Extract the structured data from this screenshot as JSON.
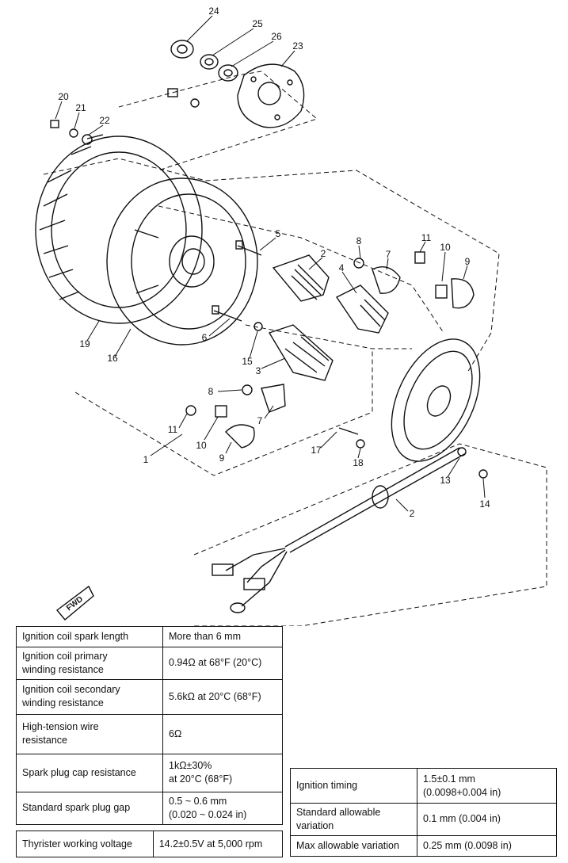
{
  "callouts": [
    {
      "id": "c24",
      "label": "24"
    },
    {
      "id": "c25",
      "label": "25"
    },
    {
      "id": "c26",
      "label": "26"
    },
    {
      "id": "c23",
      "label": "23"
    },
    {
      "id": "c20",
      "label": "20"
    },
    {
      "id": "c21",
      "label": "21"
    },
    {
      "id": "c22",
      "label": "22"
    },
    {
      "id": "c5",
      "label": "5"
    },
    {
      "id": "c2a",
      "label": "2"
    },
    {
      "id": "c8a",
      "label": "8"
    },
    {
      "id": "c7a",
      "label": "7"
    },
    {
      "id": "c11a",
      "label": "11"
    },
    {
      "id": "c10a",
      "label": "10"
    },
    {
      "id": "c9a",
      "label": "9"
    },
    {
      "id": "c4",
      "label": "4"
    },
    {
      "id": "c6",
      "label": "6"
    },
    {
      "id": "c15",
      "label": "15"
    },
    {
      "id": "c3",
      "label": "3"
    },
    {
      "id": "c19",
      "label": "19"
    },
    {
      "id": "c16",
      "label": "16"
    },
    {
      "id": "c8b",
      "label": "8"
    },
    {
      "id": "c7b",
      "label": "7"
    },
    {
      "id": "c11b",
      "label": "11"
    },
    {
      "id": "c10b",
      "label": "10"
    },
    {
      "id": "c9b",
      "label": "9"
    },
    {
      "id": "c1",
      "label": "1"
    },
    {
      "id": "c17",
      "label": "17"
    },
    {
      "id": "c18",
      "label": "18"
    },
    {
      "id": "c13",
      "label": "13"
    },
    {
      "id": "c14",
      "label": "14"
    },
    {
      "id": "c2b",
      "label": "2"
    }
  ],
  "fwd_label": "FWD",
  "spec_table": [
    {
      "item": "Ignition coil spark length",
      "value": "More than 6 mm"
    },
    {
      "item": "Ignition coil primary\nwinding resistance",
      "value": "0.94Ω at 68°F (20°C)"
    },
    {
      "item": "Ignition coil secondary\nwinding resistance",
      "value": "5.6kΩ at 20°C (68°F)"
    },
    {
      "item": "High-tension wire\nresistance",
      "value": "6Ω"
    },
    {
      "item": "Spark plug cap resistance",
      "value": "1kΩ±30%\nat 20°C (68°F)"
    },
    {
      "item": "Standard spark plug gap",
      "value": "0.5 ~ 0.6 mm\n(0.020 ~ 0.024 in)"
    }
  ],
  "thyristor_row": {
    "item": "Thyrister working voltage",
    "value": "14.2±0.5V at 5,000 rpm"
  },
  "timing_table": [
    {
      "item": "Ignition timing",
      "value": "1.5±0.1 mm\n(0.0098+0.004 in)"
    },
    {
      "item": "Standard allowable\nvariation",
      "value": "0.1 mm (0.004 in)"
    },
    {
      "item": "Max allowable variation",
      "value": "0.25 mm (0.0098 in)"
    }
  ]
}
